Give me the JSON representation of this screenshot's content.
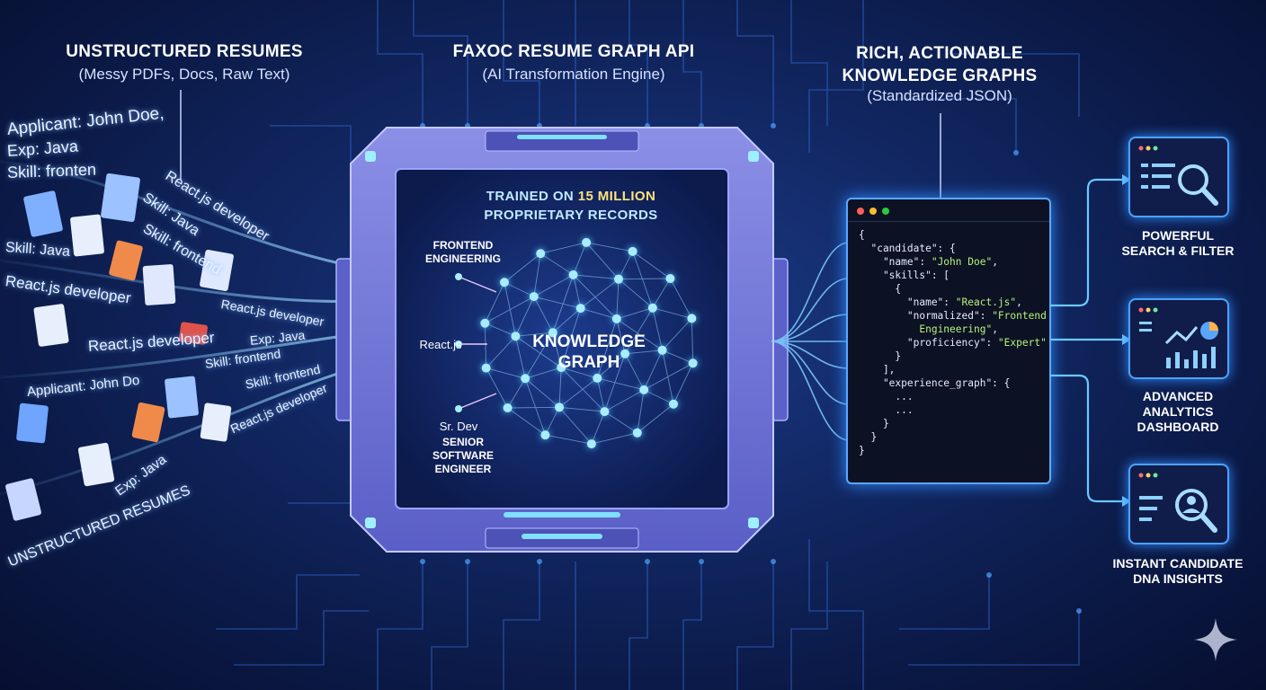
{
  "left": {
    "title": "UNSTRUCTURED RESUMES",
    "subtitle": "(Messy PDFs, Docs, Raw Text)",
    "stream": [
      "Applicant: John Doe,",
      "Exp: Java",
      "Skill: fronten",
      "React.js developer",
      "Skill: Java",
      "Skill: frontend",
      "Skill: Java",
      "React.js developer",
      "React.js developer",
      "React.js developer",
      "Exp: Java",
      "Skill: frontend",
      "Applicant: John Do",
      "Skill: frontend",
      "React.js developer",
      "Exp: Java",
      "UNSTRUCTURED RESUMES"
    ]
  },
  "center": {
    "title": "FAXOC RESUME GRAPH API",
    "subtitle": "(AI Transformation Engine)",
    "trained_line1": "TRAINED ON",
    "trained_highlight": "15 MILLION",
    "trained_line2": "PROPRIETARY RECORDS",
    "node_frontend": "FRONTEND\nENGINEERING",
    "node_react": "React.js",
    "node_srdev": "Sr. Dev",
    "node_senior": "SENIOR\nSOFTWARE\nENGINEER",
    "graph_label": "KNOWLEDGE\nGRAPH"
  },
  "right": {
    "title_line1": "RICH, ACTIONABLE",
    "title_line2": "KNOWLEDGE GRAPHS",
    "subtitle": "(Standardized JSON)",
    "json": [
      {
        "t": "{"
      },
      {
        "t": "  \"candidate\": {"
      },
      {
        "t": "    \"name\": ",
        "s": "\"John Doe\"",
        "e": ","
      },
      {
        "t": "    \"skills\": ["
      },
      {
        "t": "      {"
      },
      {
        "t": "        \"name\": ",
        "s": "\"React.js\"",
        "e": ","
      },
      {
        "t": "        \"normalized\": ",
        "s": "\"Frontend"
      },
      {
        "t": "          ",
        "s": "Engineering\"",
        "e": ","
      },
      {
        "t": "        \"proficiency\": ",
        "s": "\"Expert\""
      },
      {
        "t": "      }"
      },
      {
        "t": "    ],"
      },
      {
        "t": "    \"experience_graph\": {"
      },
      {
        "t": "      ..."
      },
      {
        "t": "      ..."
      },
      {
        "t": "    }"
      },
      {
        "t": "  }"
      },
      {
        "t": "}"
      }
    ]
  },
  "outputs": {
    "search": "POWERFUL\nSEARCH & FILTER",
    "analytics": "ADVANCED\nANALYTICS\nDASHBOARD",
    "insights": "INSTANT CANDIDATE\nDNA INSIGHTS"
  },
  "colors": {
    "accent": "#4da2ff",
    "highlight": "#ffe27a",
    "json_string": "#b6f27a"
  }
}
